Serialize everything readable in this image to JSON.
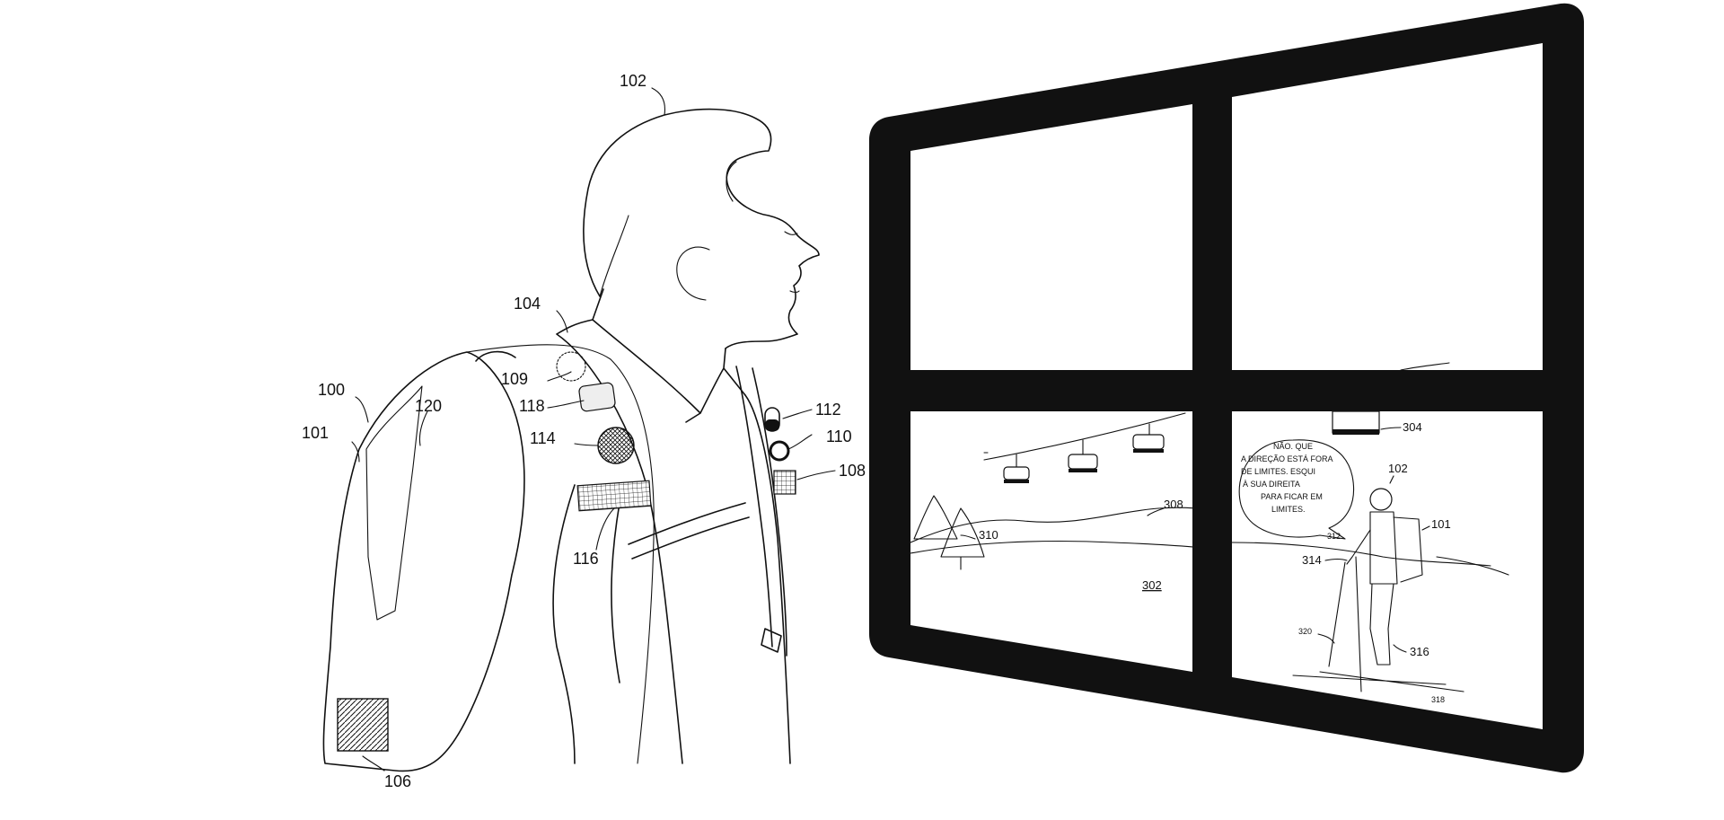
{
  "figure": {
    "person_labels": {
      "head": "102",
      "shoulder": "104",
      "backpack": "100",
      "strap": "101",
      "panel": "120",
      "patch_small": "109",
      "patch_rect": "118",
      "patch_round": "114",
      "chest_band": "116",
      "pocket": "106",
      "sensor_top": "112",
      "sensor_ring": "110",
      "sensor_square": "108"
    },
    "scene_labels": {
      "lift": "304",
      "skier": "102",
      "pack": "101",
      "hill_line": "308",
      "tree": "310",
      "terrain": "302",
      "arm": "312",
      "pole": "314",
      "pole_lower": "320",
      "leg": "316",
      "skis": "318"
    },
    "speech_bubble": {
      "line1": "NÃO. QUE",
      "line2": "A DIREÇÃO ESTÁ FORA",
      "line3": "DE LIMITES. ESQUI",
      "line4": "À SUA DIREITA",
      "line5": "PARA FICAR EM",
      "line6": "LIMITES."
    }
  }
}
